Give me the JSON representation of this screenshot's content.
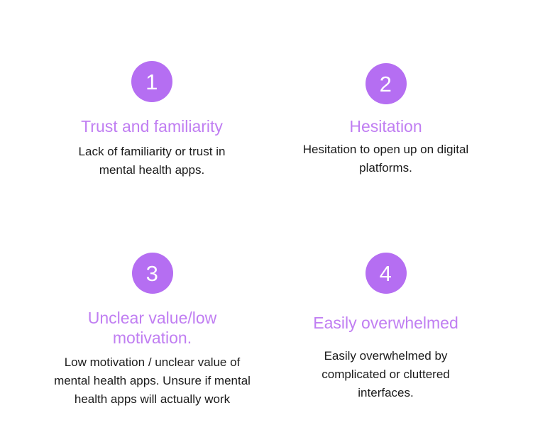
{
  "theme": {
    "background": "#ffffff",
    "badge_fill": "#b56ef2",
    "badge_number_color": "#ffffff",
    "title_color": "#c07ef2",
    "body_color": "#1b1b1b"
  },
  "cards": [
    {
      "number": "1",
      "title": "Trust and familiarity",
      "body": "Lack of familiarity or trust in mental health apps."
    },
    {
      "number": "2",
      "title": "Hesitation",
      "body": "Hesitation to open up on digital platforms."
    },
    {
      "number": "3",
      "title": "Unclear value/low motivation.",
      "body": "Low motivation / unclear value of mental health apps. Unsure if mental health apps will actually work"
    },
    {
      "number": "4",
      "title": "Easily overwhelmed",
      "body": "Easily overwhelmed by complicated or cluttered interfaces."
    }
  ]
}
